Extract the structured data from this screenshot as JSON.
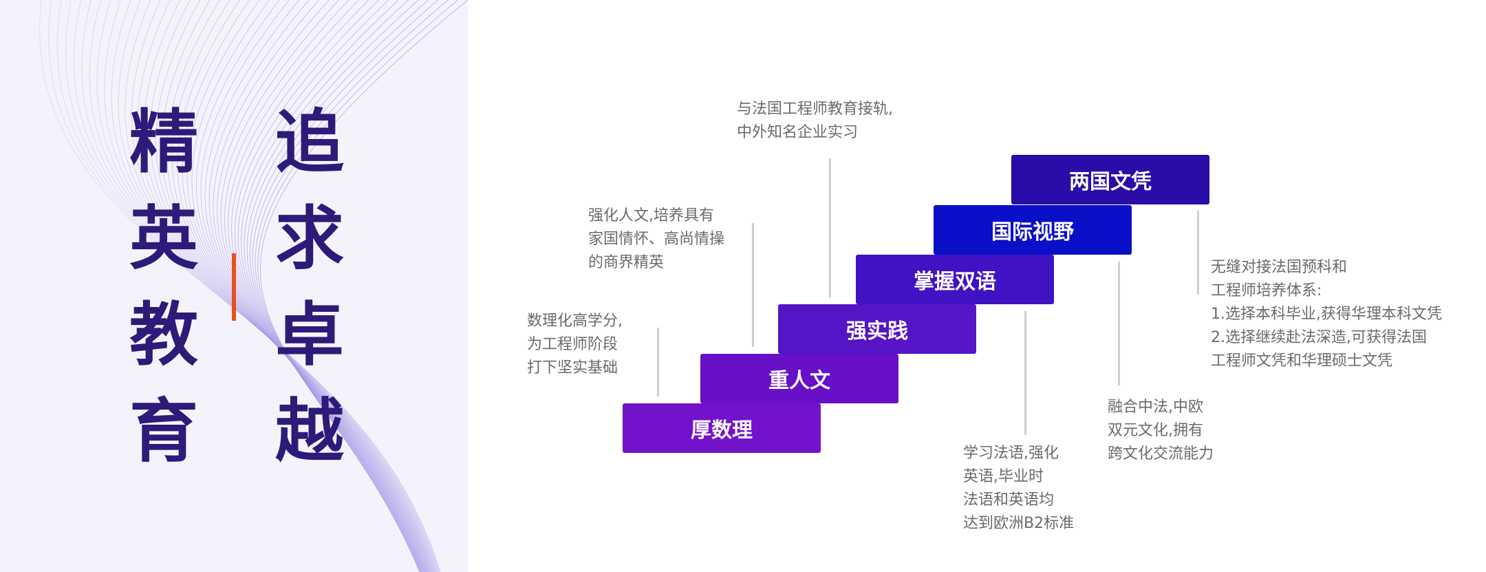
{
  "title": {
    "left_column": [
      "精",
      "英",
      "教",
      "育"
    ],
    "right_column": [
      "追",
      "求",
      "卓",
      "越"
    ]
  },
  "steps": [
    {
      "label": "厚数理",
      "color": "#7312cb"
    },
    {
      "label": "重人文",
      "color": "#6710c8"
    },
    {
      "label": "强实践",
      "color": "#5514c6"
    },
    {
      "label": "掌握双语",
      "color": "#3f12c4"
    },
    {
      "label": "国际视野",
      "color": "#0a0fc8"
    },
    {
      "label": "两国文凭",
      "color": "#2a0ca8"
    }
  ],
  "notes": {
    "n1": [
      "数理化高学分,",
      "为工程师阶段",
      "打下坚实基础"
    ],
    "n2": [
      "强化人文,培养具有",
      "家国情怀、高尚情操",
      "的商界精英"
    ],
    "n3": [
      "与法国工程师教育接轨,",
      "中外知名企业实习"
    ],
    "n4": [
      "学习法语,强化",
      "英语,毕业时",
      "法语和英语均",
      "达到欧洲B2标准"
    ],
    "n5": [
      "融合中法,中欧",
      "双元文化,拥有",
      "跨文化交流能力"
    ],
    "n6": [
      "无缝对接法国预科和",
      "工程师培养体系:",
      "1.选择本科毕业,获得华理本科文凭",
      "2.选择继续赴法深造,可获得法国",
      "工程师文凭和华理硕士文凭"
    ]
  },
  "colors": {
    "title_text": "#2e1a78",
    "accent": "#e8501e",
    "left_panel_bg": "#f4f3fb",
    "connector": "#cfcfcf",
    "note_text": "#6a6a6a",
    "wave_lines": "#a89ae6"
  }
}
